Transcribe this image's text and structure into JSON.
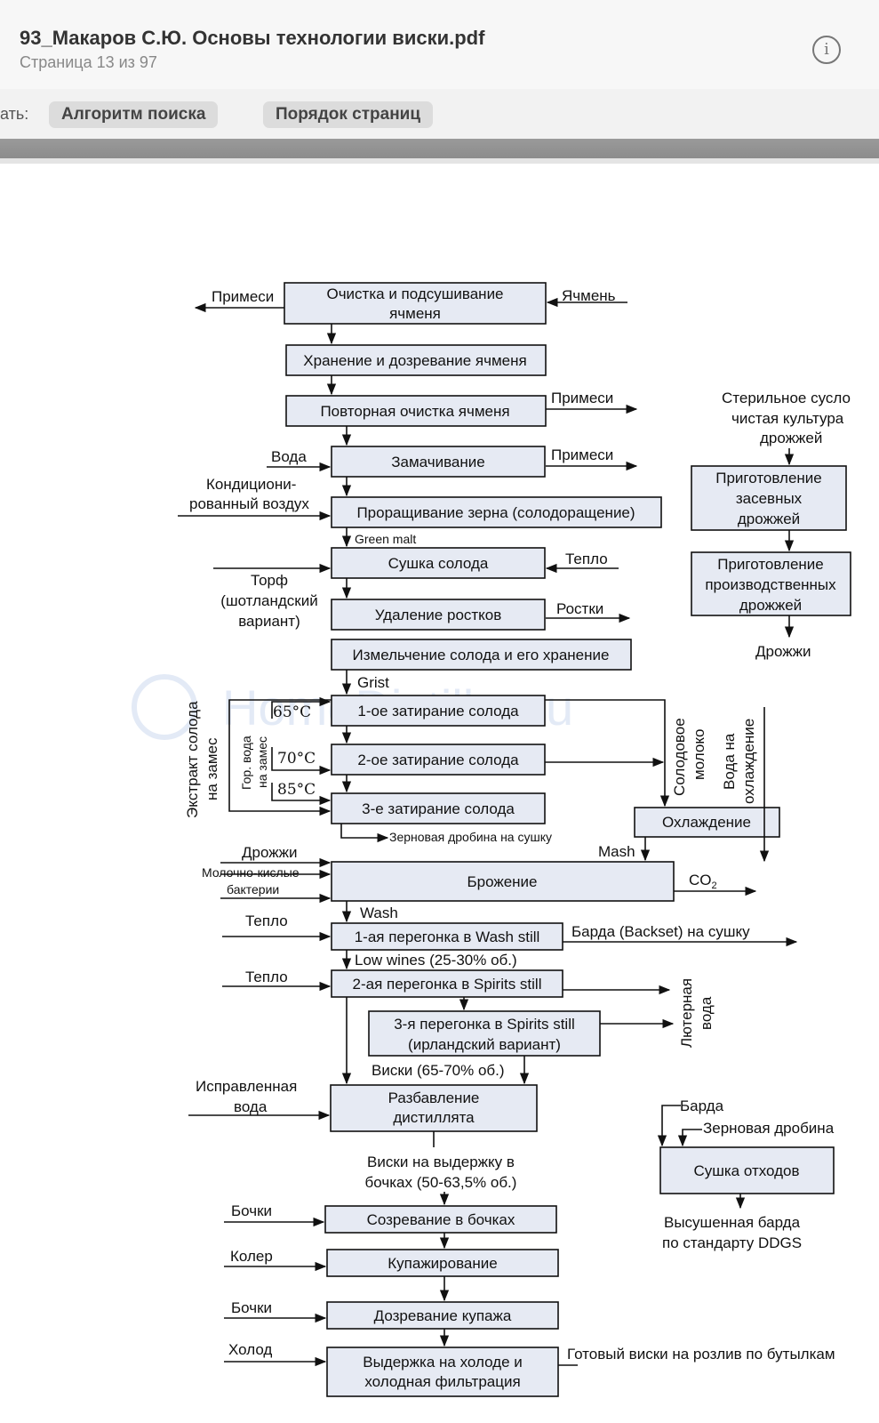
{
  "window": {
    "title": "93_Макаров С.Ю. Основы технологии виски.pdf",
    "subtitle": "Страница 13 из 97",
    "info_icon": "info-icon"
  },
  "toolbar": {
    "sort_label": "ать:",
    "search_algorithm": "Алгоритм поиска",
    "page_order": "Порядок страниц"
  },
  "watermark": "HomeDistiller.ru",
  "boxes": {
    "cleaning": [
      "Очистка и подсушивание",
      "ячменя"
    ],
    "storage": "Хранение и дозревание ячменя",
    "recleaning": "Повторная очистка ячменя",
    "steeping": "Замачивание",
    "germination": "Проращивание зерна (солодоращение)",
    "drying": "Сушка солода",
    "rootlets_removal": "Удаление ростков",
    "milling": "Измельчение солода и его хранение",
    "mash1": "1-ое затирание солода",
    "mash2": "2-ое затирание солода",
    "mash3": "3-е затирание солода",
    "cooling": "Охлаждение",
    "fermentation": "Брожение",
    "distill1": "1-ая перегонка в Wash still",
    "distill2": "2-ая перегонка в Spirits still",
    "distill3_line1": "3-я перегонка в Spirits still",
    "distill3_paren_open": "(",
    "distill3_highlight": "ирлан",
    "distill3_rest": "дский вариант)",
    "dilution": [
      "Разбавление",
      "дистиллята"
    ],
    "maturation": "Созревание в бочках",
    "blending": "Купажирование",
    "blend_maturation": "Дозревание купажа",
    "cold_hold": [
      "Выдержка на холоде и",
      "холодная фильтрация"
    ],
    "seed_yeast": [
      "Приготовление",
      "засевных",
      "дрожжей"
    ],
    "prod_yeast": [
      "Приготовление",
      "производственных",
      "дрожжей"
    ],
    "waste_drying": "Сушка отходов"
  },
  "labels": {
    "impurities": "Примеси",
    "barley": "Ячмень",
    "water": "Вода",
    "air": [
      "Кондициони-",
      "рованный воздух"
    ],
    "green_malt": "Green malt",
    "heat": "Тепло",
    "peat": [
      "Торф",
      "(шотландский",
      "вариант)"
    ],
    "rootlets": "Ростки",
    "grist": "Grist",
    "t65": "65°C",
    "t70": "70°C",
    "t85": "85°C",
    "extract": [
      "Экстракт солода",
      "на замес"
    ],
    "hot_water": [
      "Гор. вода",
      "на замес"
    ],
    "malt_milk": [
      "Солодовое",
      "молоко"
    ],
    "cooling_water": [
      "Вода на",
      "охлаждение"
    ],
    "spent_grain": "Зерновая дробина на сушку",
    "mash": "Mash",
    "yeast": "Дрожжи",
    "lactic": [
      "Молочно-кислые",
      "бактерии"
    ],
    "co2": "CO",
    "co2_sub": "2",
    "wash": "Wash",
    "backset": "Барда (Backset)  на сушку",
    "low_wines": "Low wines (25-30% об.)",
    "lutter": [
      "Лютерная",
      "вода"
    ],
    "whisky": "Виски (65-70% об.)",
    "corrected_water": [
      "Исправленная",
      "вода"
    ],
    "whisky_aging": [
      "Виски на выдержку в",
      "бочках (50-63,5% об.)"
    ],
    "barrels": "Бочки",
    "caramel": "Колер",
    "cold": "Холод",
    "final": "Готовый виски на розлив по бутылкам",
    "sterile_wort": [
      "Стерильное сусло",
      "чистая культура",
      "дрожжей"
    ],
    "yeast_out": "Дрожжи",
    "stillage": "Барда",
    "grain": "Зерновая дробина",
    "ddgs": [
      "Высушенная барда",
      "по стандарту DDGS"
    ]
  }
}
